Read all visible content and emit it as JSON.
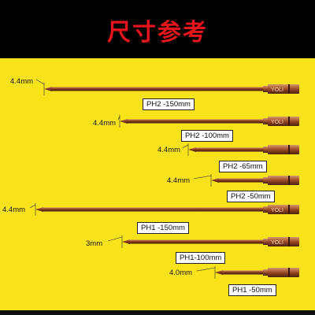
{
  "header": {
    "title": "尺寸参考"
  },
  "colors": {
    "background": "#f8e21a",
    "title": "#e8141b",
    "bit": "#8a3d1e"
  },
  "bits": [
    {
      "label": "PH2 -150mm",
      "diameter": "4.4mm",
      "brand": "YOLI"
    },
    {
      "label": "PH2 -100mm",
      "diameter": "4.4mm",
      "brand": "YOLI"
    },
    {
      "label": "PH2 -65mm",
      "diameter": "4.4mm",
      "brand": ""
    },
    {
      "label": "PH2 -50mm",
      "diameter": "4.4mm",
      "brand": ""
    },
    {
      "label": "PH1 -150mm",
      "diameter": "4.4mm",
      "brand": "YOLI"
    },
    {
      "label": "PH1-100mm",
      "diameter": "3mm",
      "brand": "YOLI"
    },
    {
      "label": "PH1 -50mm",
      "diameter": "4.0mm",
      "brand": ""
    }
  ]
}
